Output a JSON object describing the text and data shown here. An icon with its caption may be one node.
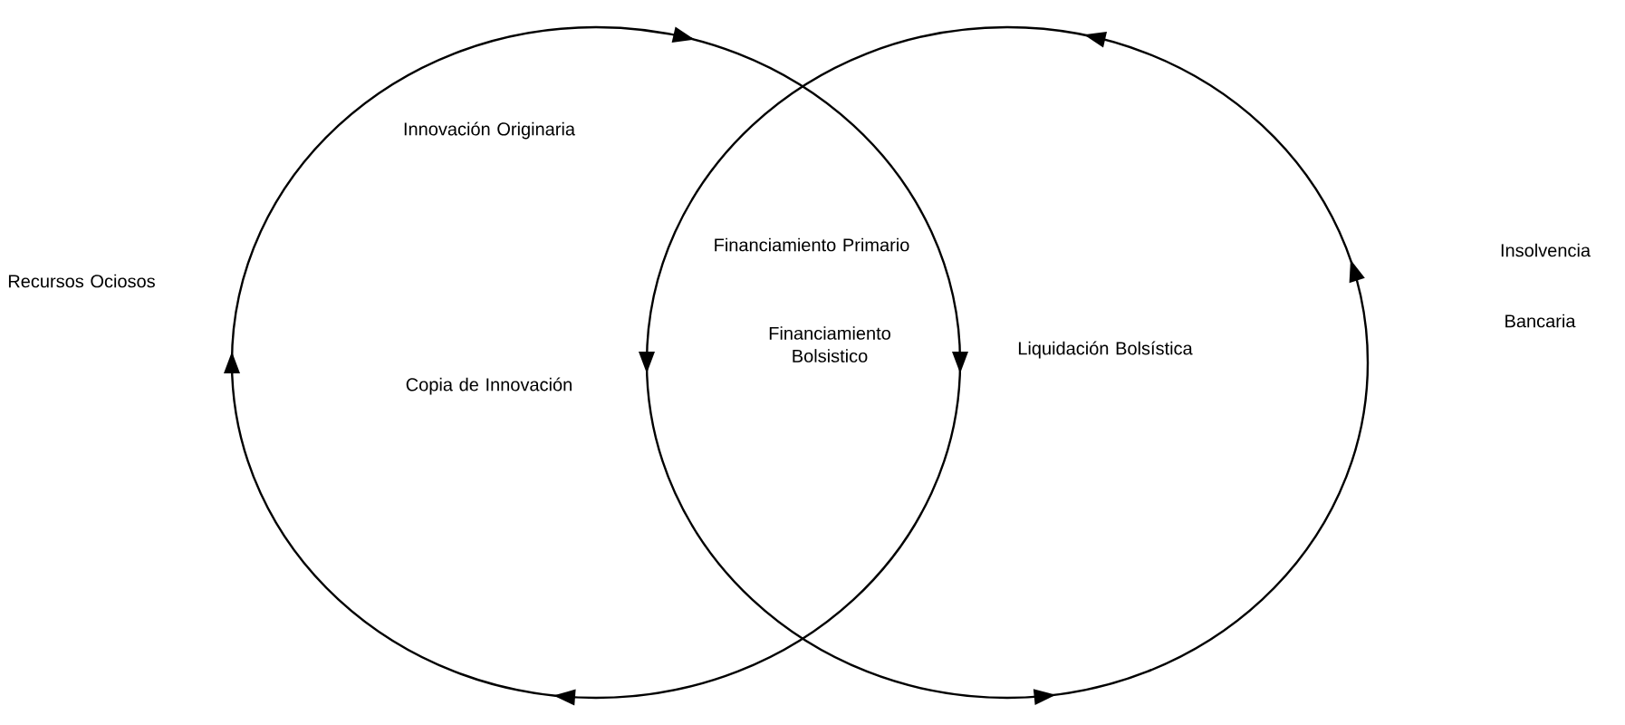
{
  "diagram": {
    "nodes": [
      {
        "text": [
          "Innovación Originaria",
          "Copia de Innovación"
        ]
      },
      {
        "text": [
          "Liquidación Bolsística"
        ]
      }
    ],
    "labels": [
      "Recursos Ociosos",
      "Insolvencia",
      "Bancaria",
      "Financiamiento Primario",
      "Financiamiento Bolsistico"
    ]
  }
}
